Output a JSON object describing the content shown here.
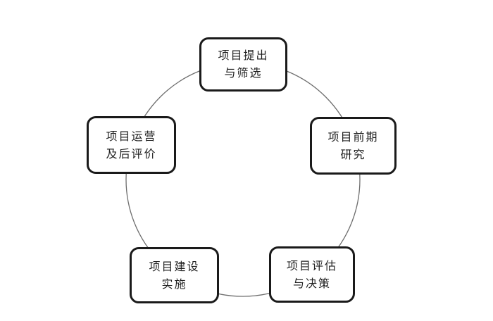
{
  "diagram": {
    "type": "cycle",
    "nodes": {
      "top": {
        "line1": "项目提出",
        "line2": "与筛选"
      },
      "right": {
        "line1": "项目前期",
        "line2": "研究"
      },
      "bottom_right": {
        "line1": "项目评估",
        "line2": "与决策"
      },
      "bottom_left": {
        "line1": "项目建设",
        "line2": "实施"
      },
      "left": {
        "line1": "项目运营",
        "line2": "及后评价"
      }
    },
    "colors": {
      "background": "#ffffff",
      "box_border": "#1a1a1a",
      "box_fill": "#ffffff",
      "circle_stroke": "#6e6e6e",
      "text": "#1f1f1f"
    }
  }
}
